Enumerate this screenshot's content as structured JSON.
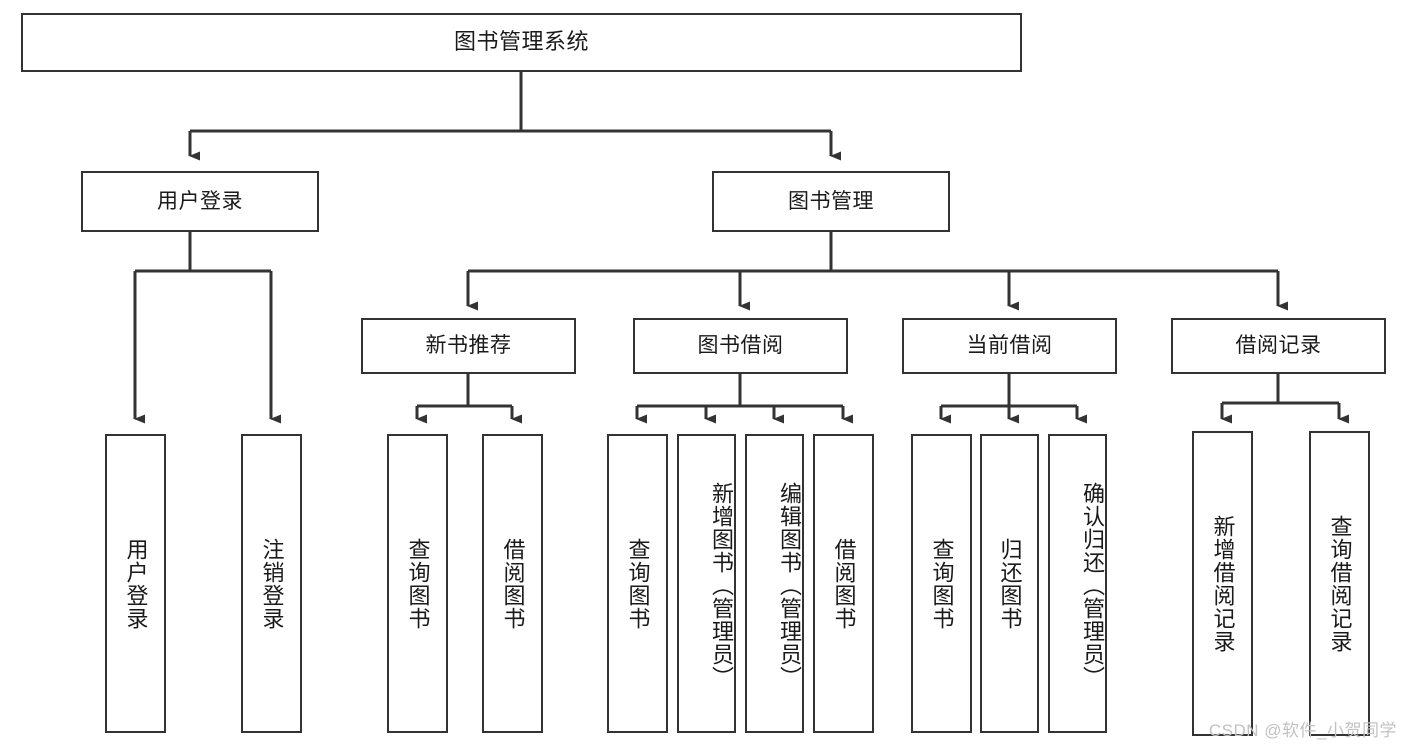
{
  "diagram": {
    "title": "图书管理系统",
    "type": "tree",
    "watermark": "CSDN @软件_小贺同学",
    "colors": {
      "stroke": "#333333",
      "fill": "#ffffff",
      "text": "#1a1a1a",
      "watermark": "#c2c2c2"
    },
    "levels": {
      "root": [
        "图书管理系统"
      ],
      "level1": [
        "用户登录",
        "图书管理"
      ],
      "level2": [
        "新书推荐",
        "图书借阅",
        "当前借阅",
        "借阅记录"
      ],
      "leaves": [
        "用户登录",
        "注销登录",
        "查询图书",
        "借阅图书",
        "查询图书",
        "新增图书（管理员）",
        "编辑图书（管理员）",
        "借阅图书",
        "查询图书",
        "归还图书",
        "确认归还（管理员）",
        "新增借阅记录",
        "查询借阅记录"
      ]
    },
    "nodes": {
      "root": {
        "label": "图书管理系统"
      },
      "user_login": {
        "label": "用户登录"
      },
      "book_manage": {
        "label": "图书管理"
      },
      "new_book_rec": {
        "label": "新书推荐"
      },
      "book_borrow": {
        "label": "图书借阅"
      },
      "current_borrow": {
        "label": "当前借阅"
      },
      "borrow_record": {
        "label": "借阅记录"
      },
      "leaf_user_login": {
        "label": "用户登录"
      },
      "leaf_logout": {
        "label": "注销登录"
      },
      "leaf_query_book_1": {
        "label": "查询图书"
      },
      "leaf_borrow_book_1": {
        "label": "借阅图书"
      },
      "leaf_query_book_2": {
        "label": "查询图书"
      },
      "leaf_add_book": {
        "label": "新增图书（管理员）"
      },
      "leaf_edit_book": {
        "label": "编辑图书（管理员）"
      },
      "leaf_borrow_book_2": {
        "label": "借阅图书"
      },
      "leaf_query_book_3": {
        "label": "查询图书"
      },
      "leaf_return_book": {
        "label": "归还图书"
      },
      "leaf_confirm_return": {
        "label": "确认归还（管理员）"
      },
      "leaf_add_record": {
        "label": "新增借阅记录"
      },
      "leaf_query_record": {
        "label": "查询借阅记录"
      }
    },
    "edges": [
      {
        "from": "root",
        "to": "user_login"
      },
      {
        "from": "root",
        "to": "book_manage"
      },
      {
        "from": "user_login",
        "to": "leaf_user_login"
      },
      {
        "from": "user_login",
        "to": "leaf_logout"
      },
      {
        "from": "book_manage",
        "to": "new_book_rec"
      },
      {
        "from": "book_manage",
        "to": "book_borrow"
      },
      {
        "from": "book_manage",
        "to": "current_borrow"
      },
      {
        "from": "book_manage",
        "to": "borrow_record"
      },
      {
        "from": "new_book_rec",
        "to": "leaf_query_book_1"
      },
      {
        "from": "new_book_rec",
        "to": "leaf_borrow_book_1"
      },
      {
        "from": "book_borrow",
        "to": "leaf_query_book_2"
      },
      {
        "from": "book_borrow",
        "to": "leaf_add_book"
      },
      {
        "from": "book_borrow",
        "to": "leaf_edit_book"
      },
      {
        "from": "book_borrow",
        "to": "leaf_borrow_book_2"
      },
      {
        "from": "current_borrow",
        "to": "leaf_query_book_3"
      },
      {
        "from": "current_borrow",
        "to": "leaf_return_book"
      },
      {
        "from": "current_borrow",
        "to": "leaf_confirm_return"
      },
      {
        "from": "borrow_record",
        "to": "leaf_add_record"
      },
      {
        "from": "borrow_record",
        "to": "leaf_query_record"
      }
    ]
  }
}
